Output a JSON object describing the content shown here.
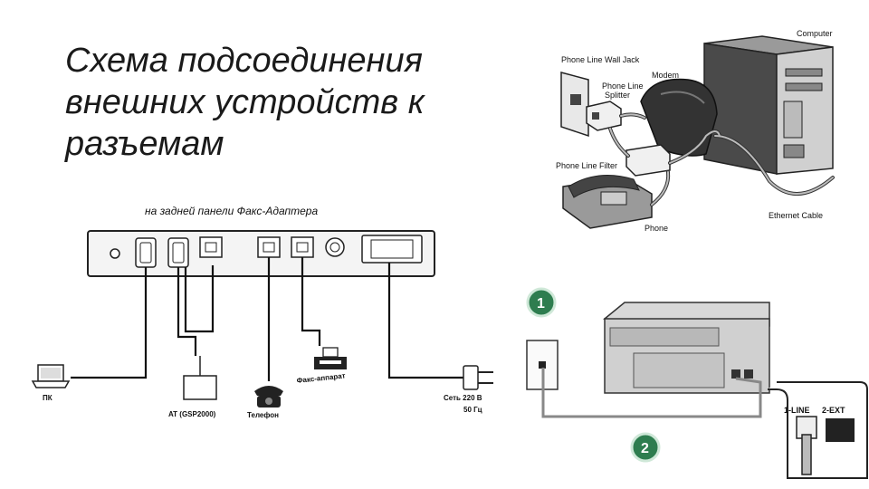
{
  "title": {
    "lines": [
      "Схема подсоединения",
      "внешних устройств к",
      "разъемам"
    ]
  },
  "fax_adapter": {
    "caption": "на задней панели Факс-Адаптера",
    "pc_label": "ПК",
    "at_label": "AT (GSP2000)",
    "phone_label": "Телефон",
    "fax_label": "Факс-аппарат",
    "power_label_1": "Сеть 220 В",
    "power_label_2": "50 Гц"
  },
  "phone_line_diagram": {
    "computer_label": "Computer",
    "wall_jack_label": "Phone Line Wall Jack",
    "modem_label": "Modem",
    "splitter_label_1": "Phone Line",
    "splitter_label_2": "Splitter",
    "filter_label": "Phone Line Filter",
    "ethernet_label": "Ethernet Cable",
    "phone_label": "Phone"
  },
  "printer_diagram": {
    "badge_1": "1",
    "badge_2": "2",
    "port_1_label": "1-LINE",
    "port_2_label": "2-EXT"
  },
  "colors": {
    "badge_green": "#2e7d4f",
    "device_dark": "#555555",
    "device_light": "#d9d9d9"
  }
}
